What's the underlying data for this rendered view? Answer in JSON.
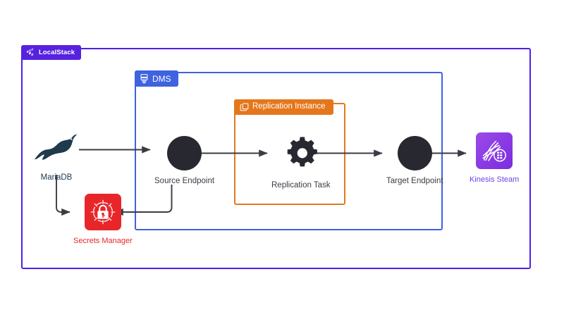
{
  "diagram": {
    "title": "LocalStack DMS replication architecture",
    "background": "#ffffff"
  },
  "groups": [
    {
      "id": "localstack",
      "label": "LocalStack",
      "icon": "localstack-logo-icon",
      "border_color": "#4f1fe8",
      "badge_color": "#5622e0"
    },
    {
      "id": "dms",
      "label": "DMS",
      "icon": "database-migration-service-icon",
      "border_color": "#3f62e0",
      "badge_color": "#3f62e0"
    },
    {
      "id": "replication_instance",
      "label": "Replication Instance",
      "icon": "duplicate-copy-icon",
      "border_color": "#e07a1f",
      "badge_color": "#e4761b"
    }
  ],
  "nodes": [
    {
      "id": "mariadb",
      "label": "MariaDB",
      "icon": "mariadb-seal-logo-icon",
      "color": "#1f3a4d",
      "shape": "logo"
    },
    {
      "id": "source_endpoint",
      "label": "Source Endpoint",
      "icon": "endpoint-circle-icon",
      "color": "#282830",
      "shape": "circle"
    },
    {
      "id": "replication_task",
      "label": "Replication Task",
      "icon": "gear-cog-icon",
      "color": "#282830",
      "shape": "gear"
    },
    {
      "id": "target_endpoint",
      "label": "Target Endpoint",
      "icon": "endpoint-circle-icon",
      "color": "#282830",
      "shape": "circle"
    },
    {
      "id": "secrets_manager",
      "label": "Secrets Manager",
      "icon": "padlock-crosshair-icon",
      "color": "#e8262a",
      "shape": "tile"
    },
    {
      "id": "kinesis_stream",
      "label": "Kinesis Steam",
      "icon": "kinesis-stream-icon",
      "color": "#7b2ce0",
      "shape": "tile"
    }
  ],
  "connections": [
    {
      "from": "mariadb",
      "to": "source_endpoint",
      "style": "arrow-right"
    },
    {
      "from": "source_endpoint",
      "to": "replication_task",
      "style": "arrow-right"
    },
    {
      "from": "replication_task",
      "to": "target_endpoint",
      "style": "arrow-right"
    },
    {
      "from": "target_endpoint",
      "to": "kinesis_stream",
      "style": "arrow-right"
    },
    {
      "from": "mariadb",
      "to": "secrets_manager",
      "style": "elbow-down-right"
    },
    {
      "from": "source_endpoint",
      "to": "secrets_manager",
      "style": "elbow-down-left"
    }
  ],
  "palette": {
    "localstack_purple": "#5622e0",
    "dms_blue": "#3f62e0",
    "replication_orange": "#e4761b",
    "secrets_red": "#e8262a",
    "kinesis_purple": "#7b2ce0",
    "node_dark": "#282830",
    "connector_gray": "#3b3b44"
  }
}
